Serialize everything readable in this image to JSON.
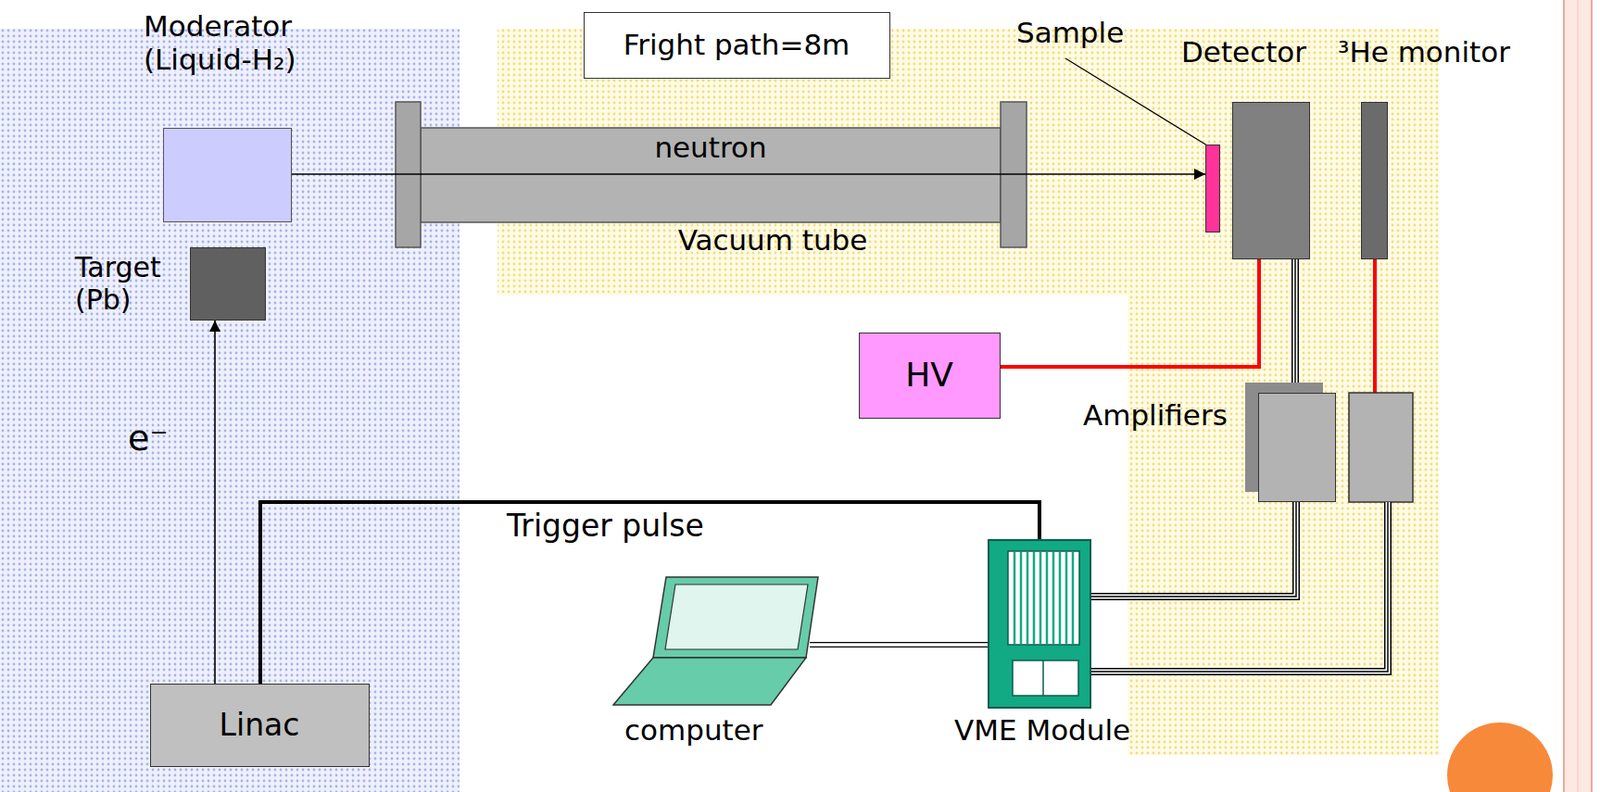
{
  "diagram": {
    "nodes": [
      {
        "text": [
          "Fright path=8m"
        ]
      },
      {
        "text": [
          "Moderator (Liquid-H₂)"
        ]
      },
      {
        "text": [
          "neutron",
          "Vacuum tube"
        ]
      },
      {
        "text": [
          "Sample"
        ]
      },
      {
        "text": [
          "Detector"
        ]
      },
      {
        "text": [
          "³He monitor"
        ]
      },
      {
        "text": [
          "Target (Pb)"
        ]
      },
      {
        "text": [
          "HV"
        ]
      },
      {
        "text": [
          "Amplifiers"
        ]
      },
      {
        "text": [
          "Linac"
        ]
      },
      {
        "text": [
          "computer"
        ]
      },
      {
        "text": [
          "VME Module"
        ]
      }
    ],
    "edges": [
      {
        "from": 9,
        "to": 6,
        "arrow": "to",
        "label": "e⁻"
      },
      {
        "from": 1,
        "to": 3,
        "arrow": "to"
      },
      {
        "from": 9,
        "to": 11,
        "arrow": "none",
        "label": "Trigger pulse"
      },
      {
        "from": 7,
        "to": 4,
        "arrow": "none"
      },
      {
        "from": 4,
        "to": 8,
        "arrow": "none"
      },
      {
        "from": 8,
        "to": 11,
        "arrow": "none"
      },
      {
        "from": 10,
        "to": 11,
        "arrow": "none"
      }
    ]
  }
}
